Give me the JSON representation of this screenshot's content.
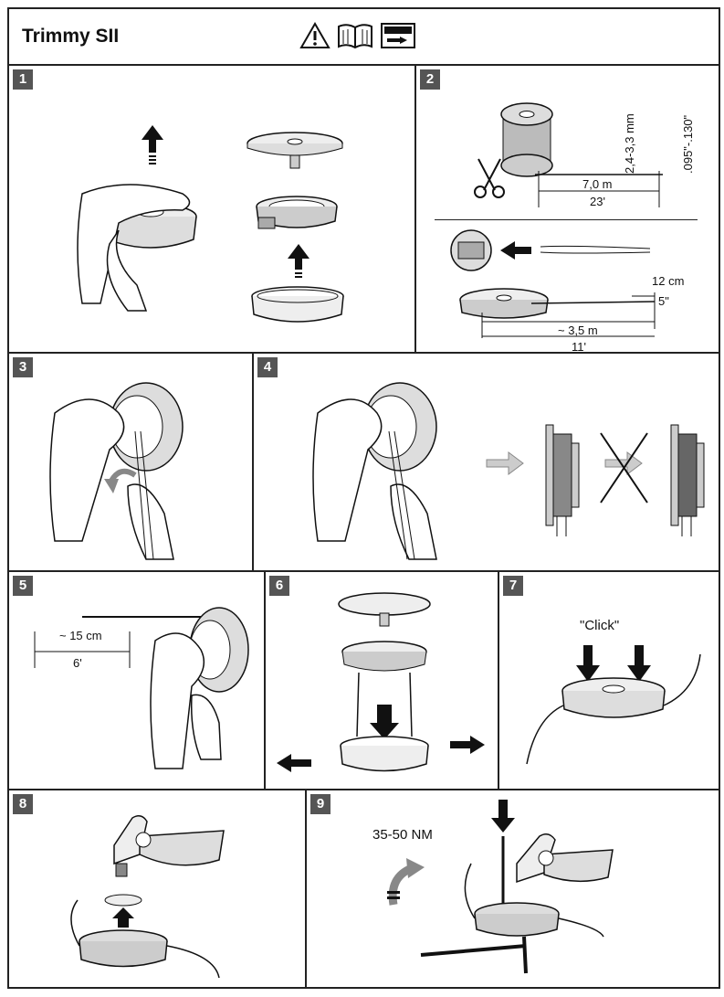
{
  "header": {
    "title": "Trimmy SII",
    "icons": [
      "warning-icon",
      "manual-book-icon",
      "instruction-panel-icon"
    ]
  },
  "steps": [
    {
      "number": "1"
    },
    {
      "number": "2",
      "labels": {
        "diameter_mm": "2,4-3,3 mm",
        "diameter_in": ".095\"-.130\"",
        "length_m": "7,0 m",
        "length_ft": "23'",
        "end_cm": "12 cm",
        "end_in": "5\"",
        "half_m": "~ 3,5 m",
        "half_ft": "11'"
      }
    },
    {
      "number": "3"
    },
    {
      "number": "4"
    },
    {
      "number": "5",
      "labels": {
        "free_cm": "~ 15 cm",
        "free_in": "6'"
      }
    },
    {
      "number": "6"
    },
    {
      "number": "7",
      "labels": {
        "sound": "\"Click\""
      }
    },
    {
      "number": "8"
    },
    {
      "number": "9",
      "labels": {
        "torque": "35-50 NM"
      }
    }
  ]
}
